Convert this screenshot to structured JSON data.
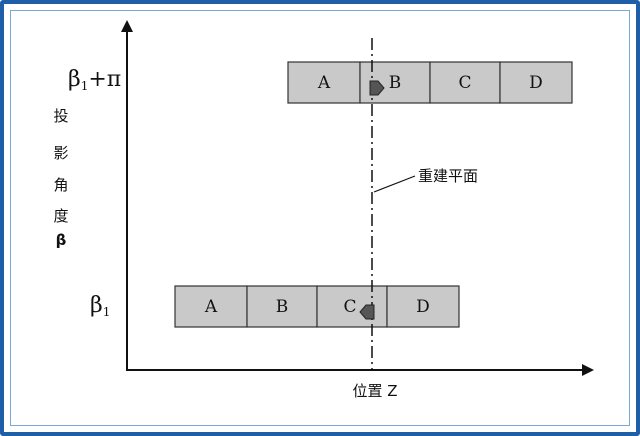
{
  "diagram": {
    "y_axis": {
      "label_chars": [
        "投",
        "影",
        "角",
        "度",
        "β"
      ],
      "tick_top": {
        "main": "β",
        "sub": "1",
        "tail": "+π"
      },
      "tick_bottom": {
        "main": "β",
        "sub": "1"
      }
    },
    "x_axis": {
      "label": "位置 Z"
    },
    "reconstruction_plane_label": "重建平面",
    "top_row": [
      "A",
      "B",
      "C",
      "D"
    ],
    "bottom_row": [
      "A",
      "B",
      "C",
      "D"
    ],
    "colors": {
      "frame": "#1f5fa8",
      "segment_fill": "#c9c9c9",
      "segment_stroke": "#333333",
      "arrow": "#555555"
    }
  }
}
